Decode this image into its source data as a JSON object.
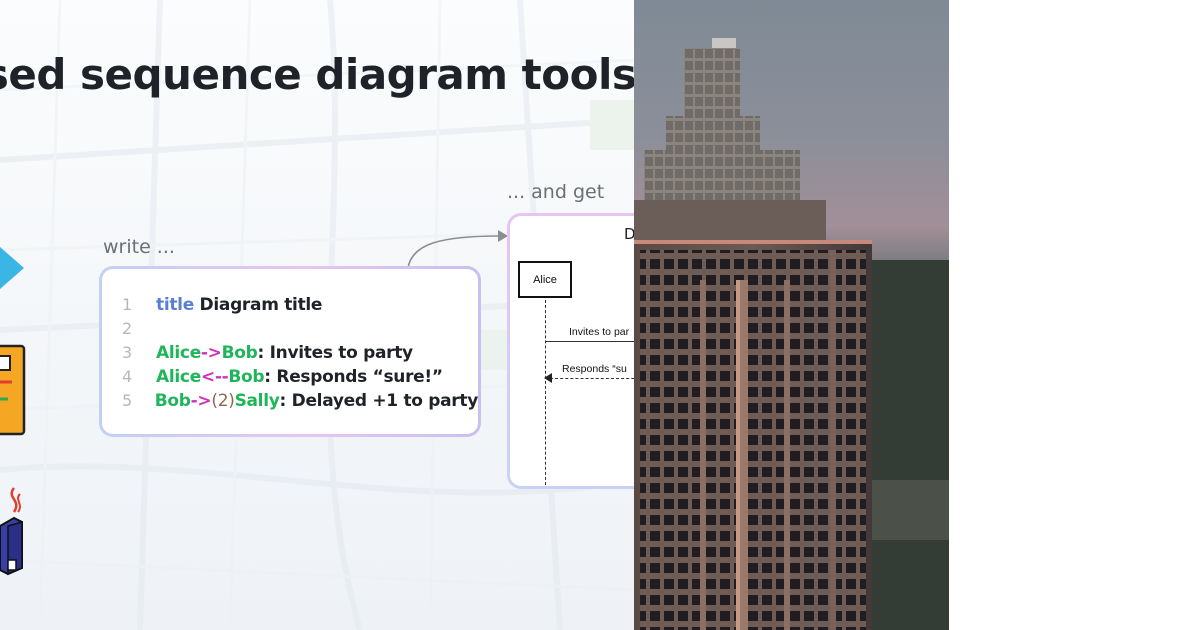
{
  "headline": "ased sequence diagram tools",
  "captions": {
    "write": "write ...",
    "get": "... and get"
  },
  "code": {
    "lines": [
      {
        "num": "1",
        "keyword": "title",
        "text": " Diagram title"
      },
      {
        "num": "2"
      },
      {
        "num": "3",
        "from": "Alice",
        "arrow": "->",
        "to": "Bob",
        "message": ": Invites to party"
      },
      {
        "num": "4",
        "from": "Alice",
        "arrow": "<--",
        "to": "Bob",
        "message": ": Responds “sure!”"
      },
      {
        "num": "5",
        "from": "Bob",
        "arrow": "->",
        "delay": "(2)",
        "to": "Sally",
        "message": ": Delayed +1 to party"
      }
    ]
  },
  "diagram": {
    "title": "D",
    "participant": "Alice",
    "messages": [
      "Invites to par",
      "Responds “su"
    ]
  },
  "colors": {
    "keyword": "#5b7fd0",
    "actor": "#1fb55a",
    "arrow": "#d22fbf",
    "delay": "#8a6b52",
    "logo_blue": "#3ab6e6",
    "logo_orange": "#f5a623"
  },
  "icons": [
    "tool-logo-arrow-icon",
    "tool-logo-document-icon",
    "tool-logo-java-icon",
    "curved-arrow-icon"
  ],
  "photo": {
    "subject": "skyscraper-photo"
  }
}
